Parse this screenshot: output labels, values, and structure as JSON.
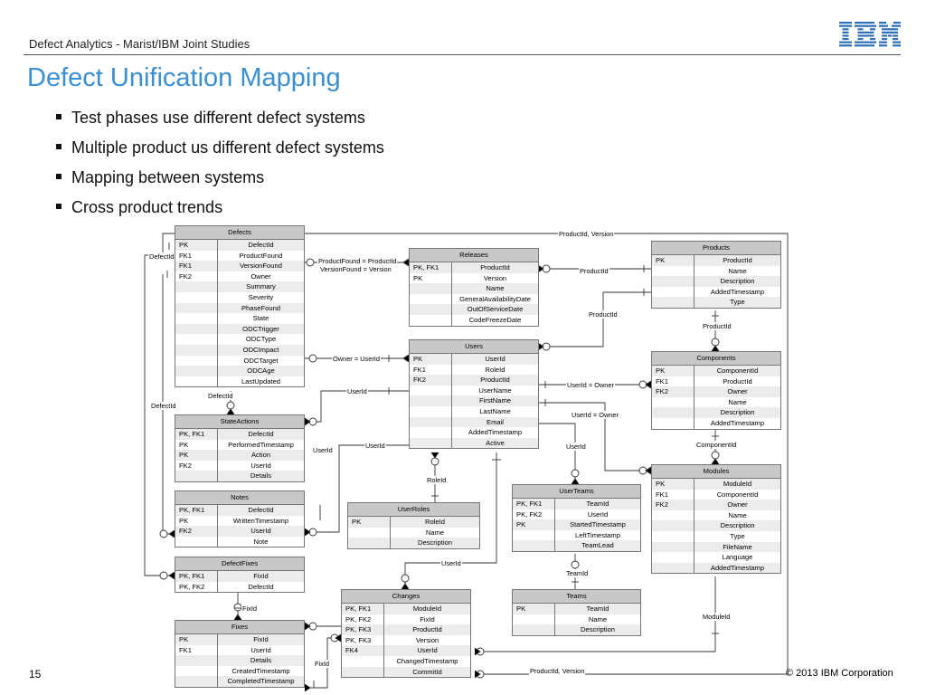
{
  "header": {
    "subtitle": "Defect Analytics - Marist/IBM Joint Studies",
    "logo_text": "IBM"
  },
  "title": "Defect Unification Mapping",
  "bullets": [
    "Test phases use different defect systems",
    "Multiple product us different defect systems",
    "Mapping between systems",
    "Cross product trends"
  ],
  "footer": {
    "page": "15",
    "copyright": "© 2013 IBM Corporation"
  },
  "entities": {
    "defects": {
      "name": "Defects",
      "rows": [
        [
          "PK",
          "DefectId"
        ],
        [
          "FK1",
          "ProductFound"
        ],
        [
          "FK1",
          "VersionFound"
        ],
        [
          "FK2",
          "Owner"
        ],
        [
          "",
          "Summary"
        ],
        [
          "",
          "Severity"
        ],
        [
          "",
          "PhaseFound"
        ],
        [
          "",
          "State"
        ],
        [
          "",
          "ODCTrigger"
        ],
        [
          "",
          "ODCType"
        ],
        [
          "",
          "ODCImpact"
        ],
        [
          "",
          "ODCTarget"
        ],
        [
          "",
          "ODCAge"
        ],
        [
          "",
          "LastUpdated"
        ]
      ]
    },
    "stateactions": {
      "name": "StateActions",
      "rows": [
        [
          "PK, FK1",
          "DefectId"
        ],
        [
          "PK",
          "PerformedTimestamp"
        ],
        [
          "PK",
          "Action"
        ],
        [
          "FK2",
          "UserId"
        ],
        [
          "",
          "Details"
        ]
      ]
    },
    "notes": {
      "name": "Notes",
      "rows": [
        [
          "PK, FK1",
          "DefectId"
        ],
        [
          "PK",
          "WrittenTimestamp"
        ],
        [
          "FK2",
          "UserId"
        ],
        [
          "",
          "Note"
        ]
      ]
    },
    "defectfixes": {
      "name": "DefectFixes",
      "rows": [
        [
          "PK, FK1",
          "FixId"
        ],
        [
          "PK, FK2",
          "DefectId"
        ]
      ]
    },
    "fixes": {
      "name": "Fixes",
      "rows": [
        [
          "PK",
          "FixId"
        ],
        [
          "FK1",
          "UserId"
        ],
        [
          "",
          "Details"
        ],
        [
          "",
          "CreatedTimestamp"
        ],
        [
          "",
          "CompletedTimestamp"
        ]
      ]
    },
    "releases": {
      "name": "Releases",
      "rows": [
        [
          "PK, FK1",
          "ProductId"
        ],
        [
          "PK",
          "Version"
        ],
        [
          "",
          "Name"
        ],
        [
          "",
          "GeneralAvailabilityDate"
        ],
        [
          "",
          "OutOfServiceDate"
        ],
        [
          "",
          "CodeFreezeDate"
        ]
      ]
    },
    "users": {
      "name": "Users",
      "rows": [
        [
          "PK",
          "UserId"
        ],
        [
          "FK1",
          "RoleId"
        ],
        [
          "FK2",
          "ProductId"
        ],
        [
          "",
          "UserName"
        ],
        [
          "",
          "FirstName"
        ],
        [
          "",
          "LastName"
        ],
        [
          "",
          "Email"
        ],
        [
          "",
          "AddedTimestamp"
        ],
        [
          "",
          "Active"
        ]
      ]
    },
    "userroles": {
      "name": "UserRoles",
      "rows": [
        [
          "PK",
          "RoleId"
        ],
        [
          "",
          "Name"
        ],
        [
          "",
          "Description"
        ]
      ]
    },
    "changes": {
      "name": "Changes",
      "rows": [
        [
          "PK, FK1",
          "ModuleId"
        ],
        [
          "PK, FK2",
          "FixId"
        ],
        [
          "PK, FK3",
          "ProductId"
        ],
        [
          "PK, FK3",
          "Version"
        ],
        [
          "FK4",
          "UserId"
        ],
        [
          "",
          "ChangedTimestamp"
        ],
        [
          "",
          "CommitId"
        ]
      ]
    },
    "userteams": {
      "name": "UserTeams",
      "rows": [
        [
          "PK, FK1",
          "TeamId"
        ],
        [
          "PK, FK2",
          "UserId"
        ],
        [
          "PK",
          "StartedTimestamp"
        ],
        [
          "",
          "LeftTimestamp"
        ],
        [
          "",
          "TeamLead"
        ]
      ]
    },
    "teams": {
      "name": "Teams",
      "rows": [
        [
          "PK",
          "TeamId"
        ],
        [
          "",
          "Name"
        ],
        [
          "",
          "Description"
        ]
      ]
    },
    "products": {
      "name": "Products",
      "rows": [
        [
          "PK",
          "ProductId"
        ],
        [
          "",
          "Name"
        ],
        [
          "",
          "Description"
        ],
        [
          "",
          "AddedTimestamp"
        ],
        [
          "",
          "Type"
        ]
      ]
    },
    "components": {
      "name": "Components",
      "rows": [
        [
          "PK",
          "ComponentId"
        ],
        [
          "FK1",
          "ProductId"
        ],
        [
          "FK2",
          "Owner"
        ],
        [
          "",
          "Name"
        ],
        [
          "",
          "Description"
        ],
        [
          "",
          "AddedTimestamp"
        ]
      ]
    },
    "modules": {
      "name": "Modules",
      "rows": [
        [
          "PK",
          "ModuleId"
        ],
        [
          "FK1",
          "ComponentId"
        ],
        [
          "FK2",
          "Owner"
        ],
        [
          "",
          "Name"
        ],
        [
          "",
          "Description"
        ],
        [
          "",
          "Type"
        ],
        [
          "",
          "FileName"
        ],
        [
          "",
          "Language"
        ],
        [
          "",
          "AddedTimestamp"
        ]
      ]
    }
  },
  "relation_labels": {
    "productid_version_top": "ProductId, Version",
    "productfound": "ProductFound = ProductId",
    "versionfound": "VersionFound = Version",
    "productid_rel_prod": "ProductId",
    "productid_users": "ProductId",
    "productid_comp": "ProductId",
    "owner_userid": "Owner = UserId",
    "userid_comp_owner": "UserId = Owner",
    "userid_mod_owner": "UserId = Owner",
    "defectid_left": "DefectId",
    "defectid_left2": "DefectId",
    "defectid_bottom": "DefectId",
    "userid_sa": "UserId",
    "userid_notes": "UserId",
    "userid_notes2": "UserId",
    "userid_teams": "UserId",
    "roleid": "RoleId",
    "componentid": "ComponentId",
    "userid_changes": "UserId",
    "teamid": "TeamId",
    "fixid": "FixId",
    "fixid2": "FixId",
    "moduleid": "ModuleId",
    "productid_version_bottom": "ProductId, Version"
  }
}
